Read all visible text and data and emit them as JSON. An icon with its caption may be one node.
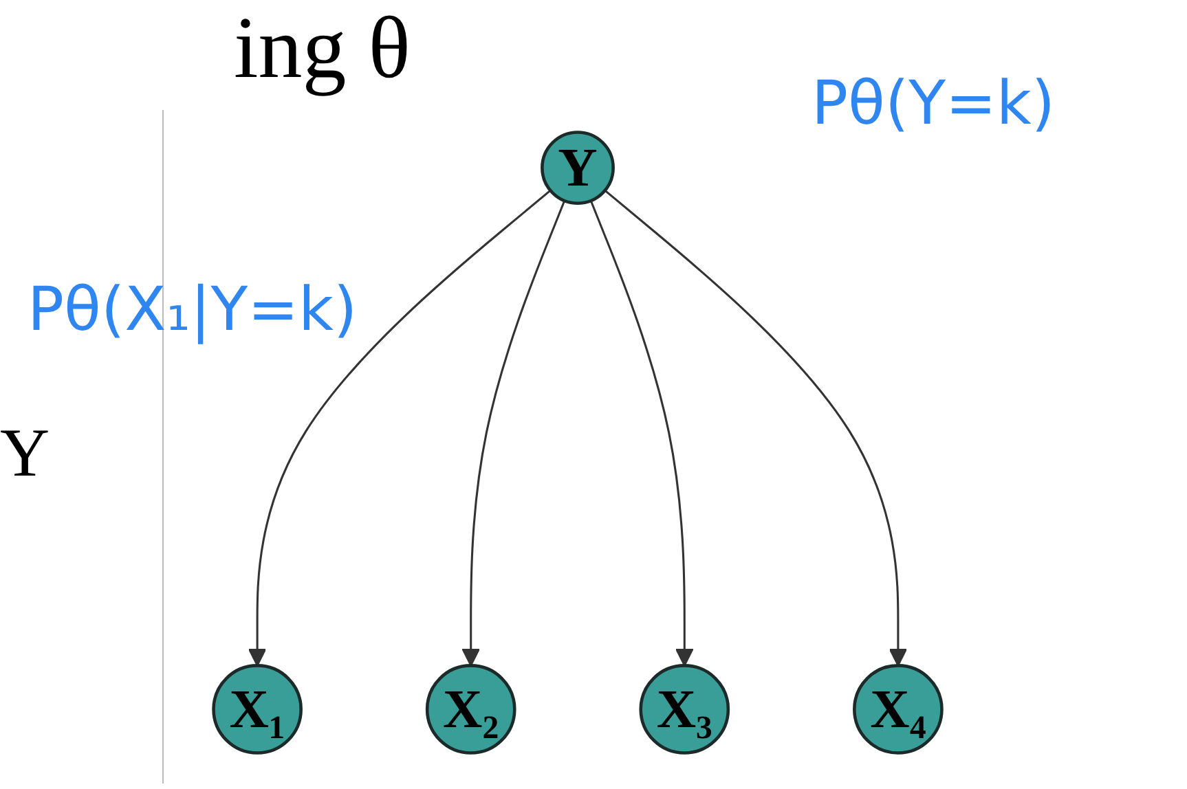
{
  "diagram": {
    "title": "ing θ",
    "nodes": [
      {
        "text": [
          "Y"
        ]
      },
      {
        "text": [
          "X₁"
        ]
      },
      {
        "text": [
          "X₂"
        ]
      },
      {
        "text": [
          "X₃"
        ]
      },
      {
        "text": [
          "X₄"
        ]
      }
    ],
    "edges": [
      {
        "from": 0,
        "to": 1,
        "arrow": "to"
      },
      {
        "from": 0,
        "to": 2,
        "arrow": "to"
      },
      {
        "from": 0,
        "to": 3,
        "arrow": "to"
      },
      {
        "from": 0,
        "to": 4,
        "arrow": "to"
      }
    ],
    "labels": [
      "Pθ(Y=k)",
      "Pθ(X₁|Y=k)",
      "Y"
    ]
  }
}
